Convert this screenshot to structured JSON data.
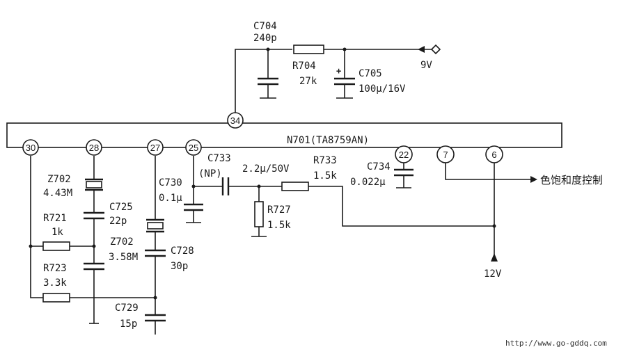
{
  "chip": {
    "label": "N701(TA8759AN)"
  },
  "pins": {
    "p34": "34",
    "p30": "30",
    "p28": "28",
    "p27": "27",
    "p25": "25",
    "p22": "22",
    "p7": "7",
    "p6": "6"
  },
  "components": {
    "c704": {
      "name": "C704",
      "value": "240p"
    },
    "r704": {
      "name": "R704",
      "value": "27k"
    },
    "c705": {
      "name": "C705",
      "value": "100μ/16V",
      "polarity": "+"
    },
    "z702a": {
      "name": "Z702",
      "value": "4.43M"
    },
    "c725": {
      "name": "C725",
      "value": "22p"
    },
    "r721": {
      "name": "R721",
      "value": "1k"
    },
    "r723": {
      "name": "R723",
      "value": "3.3k"
    },
    "c730": {
      "name": "C730",
      "value": "0.1μ"
    },
    "z702b": {
      "name": "Z702",
      "value": "3.58M"
    },
    "c728": {
      "name": "C728",
      "value": "30p"
    },
    "c729": {
      "name": "C729",
      "value": "15p"
    },
    "c733": {
      "name": "C733",
      "note": "(NP)",
      "value": "2.2μ/50V"
    },
    "r733": {
      "name": "R733",
      "value": "1.5k"
    },
    "r727": {
      "name": "R727",
      "value": "1.5k"
    },
    "c734": {
      "name": "C734",
      "value": "0.022μ"
    }
  },
  "supplies": {
    "v9": "9V",
    "v12": "12V"
  },
  "control": {
    "label": "色饱和度控制"
  },
  "watermark": "http://www.go-gddq.com"
}
